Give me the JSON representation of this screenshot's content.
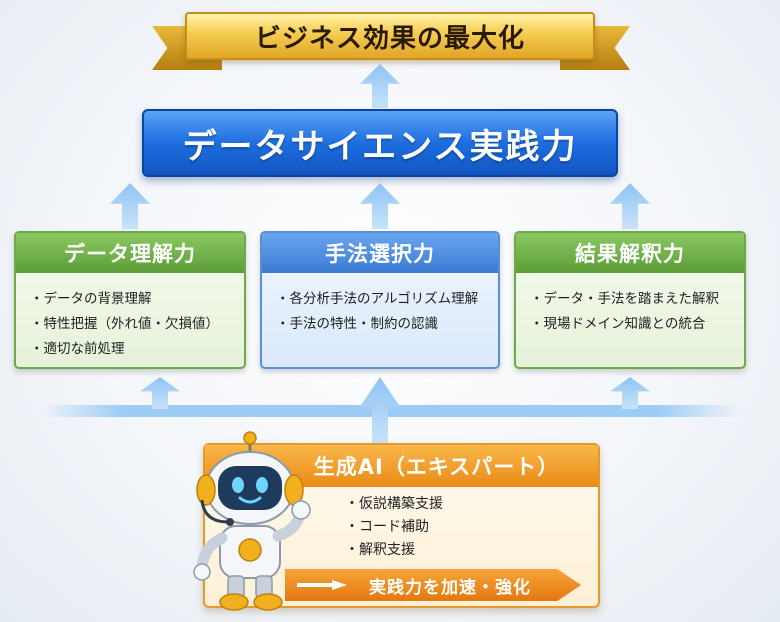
{
  "ribbon": {
    "text": "ビジネス効果の最大化"
  },
  "main": {
    "title": "データサイエンス実践力"
  },
  "skills": [
    {
      "title": "データ理解力",
      "items": [
        "・データの背景理解",
        "・特性把握（外れ値・欠損値）",
        "・適切な前処理"
      ]
    },
    {
      "title": "手法選択力",
      "items": [
        "・各分析手法のアルゴリズム理解",
        "・手法の特性・制約の認識"
      ]
    },
    {
      "title": "結果解釈力",
      "items": [
        "・データ・手法を踏まえた解釈",
        "・現場ドメイン知識との統合"
      ]
    }
  ],
  "ai": {
    "title": "生成AI（エキスパート）",
    "items": [
      "・仮説構築支援",
      "・コード補助",
      "・解釈支援"
    ],
    "accelerate": "実践力を加速・強化"
  },
  "colors": {
    "ribbon_gold": "#f6cf55",
    "main_blue": "#1d6ee0",
    "green_header": "#5c9d38",
    "blue_header": "#3a7ad3",
    "ai_orange": "#ea8a18",
    "arrow_blue": "#8ec3f3"
  },
  "icons": [
    "robot-mascot-icon",
    "up-arrow-icon",
    "right-arrow-icon"
  ]
}
